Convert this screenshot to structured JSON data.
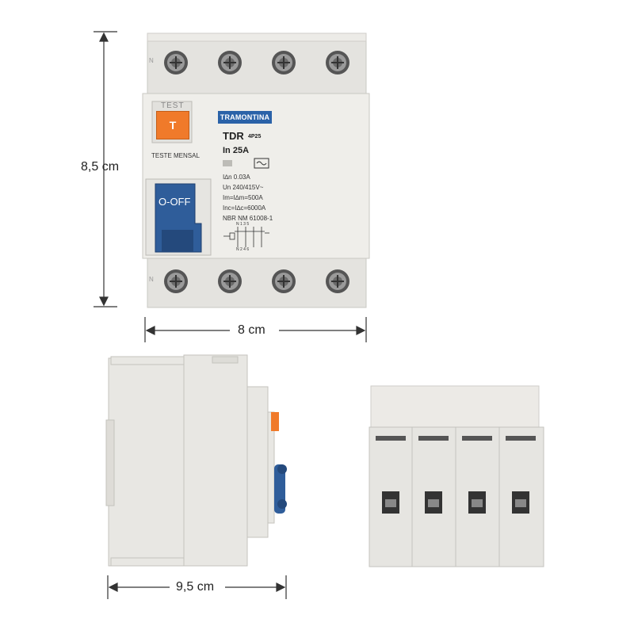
{
  "dimensions": {
    "height": "8,5 cm",
    "width_front": "8 cm",
    "depth_side": "9,5 cm"
  },
  "device": {
    "brand": "TRAMONTINA",
    "model": "TDR",
    "model_suffix": "4P25",
    "rating": "In 25A",
    "test_label": "TEST",
    "test_button": "T",
    "test_note": "TESTE MENSAL",
    "lever_label": "O-OFF",
    "specs": [
      "I∆n 0.03A",
      "Un 240/415V~",
      "Im=I∆m=500A",
      "Inc=I∆c=6000A",
      "NBR NM 61008-1"
    ],
    "terminal_top_mark": "N",
    "terminal_bottom_mark": "N",
    "schematic_top": "N 1 3 5",
    "schematic_bottom": "N 2 4 6"
  },
  "colors": {
    "body": "#e9e8e4",
    "accent_orange": "#f07a2a",
    "lever_blue": "#2f5d9a",
    "brand_blue": "#2a62a8"
  }
}
